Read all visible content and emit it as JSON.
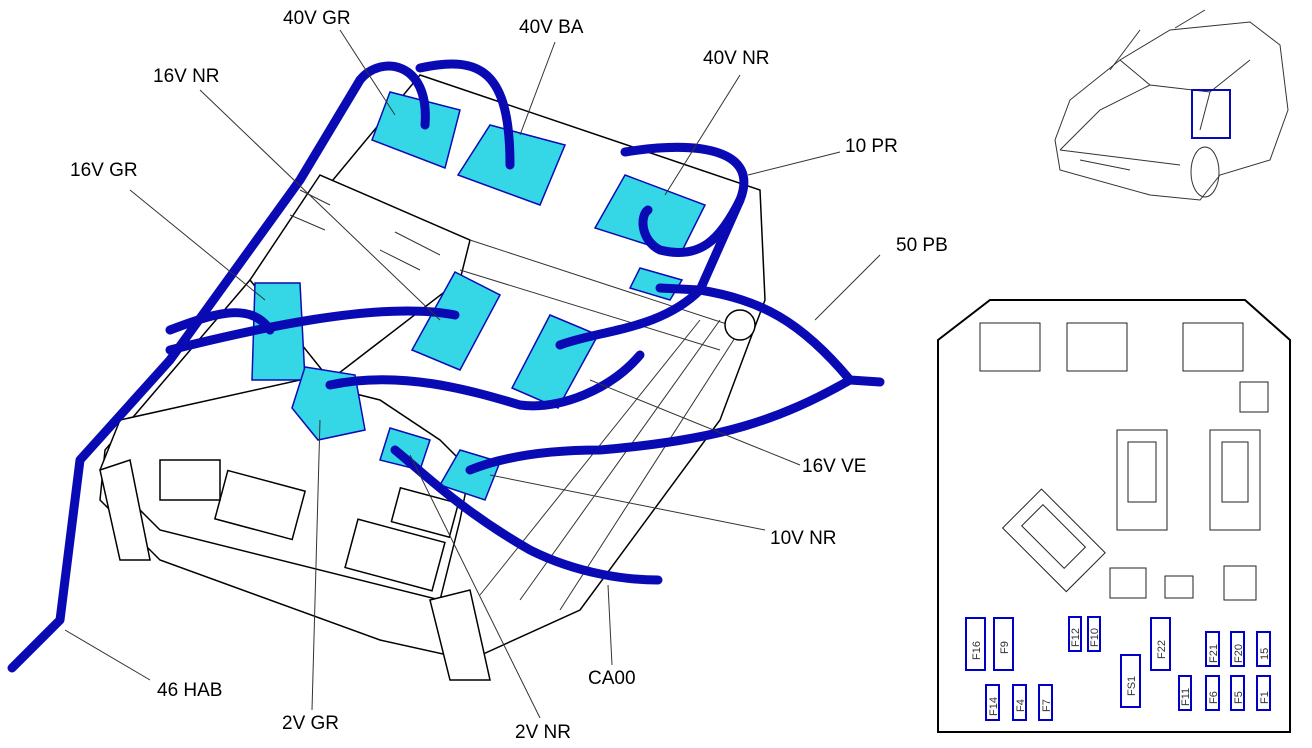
{
  "labels": {
    "l40v_gr": "40V GR",
    "l40v_ba": "40V BA",
    "l16v_nr": "16V NR",
    "l40v_nr": "40V NR",
    "l10_pr": "10 PR",
    "l16v_gr": "16V GR",
    "l50_pb": "50 PB",
    "l16v_ve": "16V VE",
    "l10v_nr": "10V NR",
    "l46_hab": "46 HAB",
    "lca00": "CA00",
    "l2v_gr": "2V GR",
    "l2v_nr": "2V NR"
  },
  "fuses": [
    "F16",
    "F9",
    "F14",
    "F4",
    "F7",
    "F12",
    "F10",
    "F22",
    "FS1",
    "F21",
    "F20",
    "15",
    "F11",
    "F6",
    "F5",
    "F1"
  ],
  "colors": {
    "wire": "#0a0ab4",
    "connector": "#35d6e6",
    "fuse_outline": "#0000c8"
  }
}
